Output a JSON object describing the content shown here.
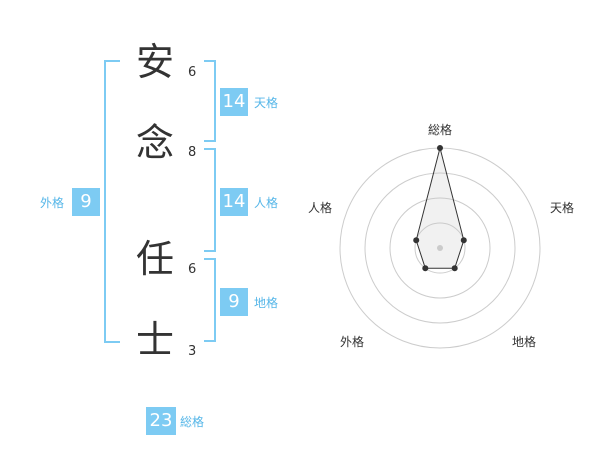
{
  "name": {
    "chars": [
      {
        "char": "安",
        "strokes": "6"
      },
      {
        "char": "念",
        "strokes": "8"
      },
      {
        "char": "任",
        "strokes": "6"
      },
      {
        "char": "士",
        "strokes": "3"
      }
    ]
  },
  "fortunes": {
    "tenkaku": {
      "value": "14",
      "label": "天格"
    },
    "jinkaku": {
      "value": "14",
      "label": "人格"
    },
    "chikaku": {
      "value": "9",
      "label": "地格"
    },
    "gaikaku": {
      "value": "9",
      "label": "外格"
    },
    "soukaku": {
      "value": "23",
      "label": "総格"
    }
  },
  "colors": {
    "accent": "#7dcbf3",
    "accent_text": "#55b6e8",
    "text": "#333333",
    "grid": "#cccccc"
  },
  "radar": {
    "labels": [
      "総格",
      "天格",
      "地格",
      "外格",
      "人格"
    ],
    "levels": 4,
    "values": [
      4,
      1,
      1,
      1,
      1
    ]
  }
}
